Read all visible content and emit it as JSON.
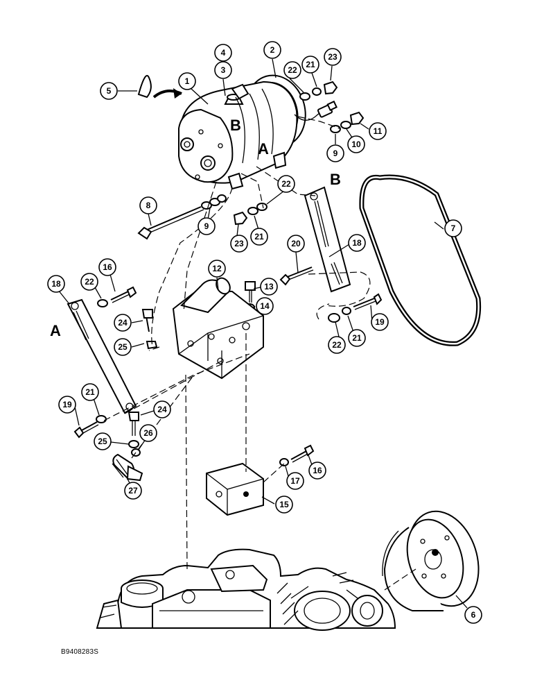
{
  "diagram": {
    "reference_code": "B9408283S",
    "letters": [
      "A",
      "B"
    ],
    "callouts": [
      "1",
      "2",
      "3",
      "4",
      "5",
      "6",
      "7",
      "8",
      "9",
      "10",
      "11",
      "12",
      "13",
      "14",
      "15",
      "16",
      "17",
      "18",
      "19",
      "20",
      "21",
      "22",
      "23",
      "24",
      "25",
      "26",
      "27"
    ]
  }
}
